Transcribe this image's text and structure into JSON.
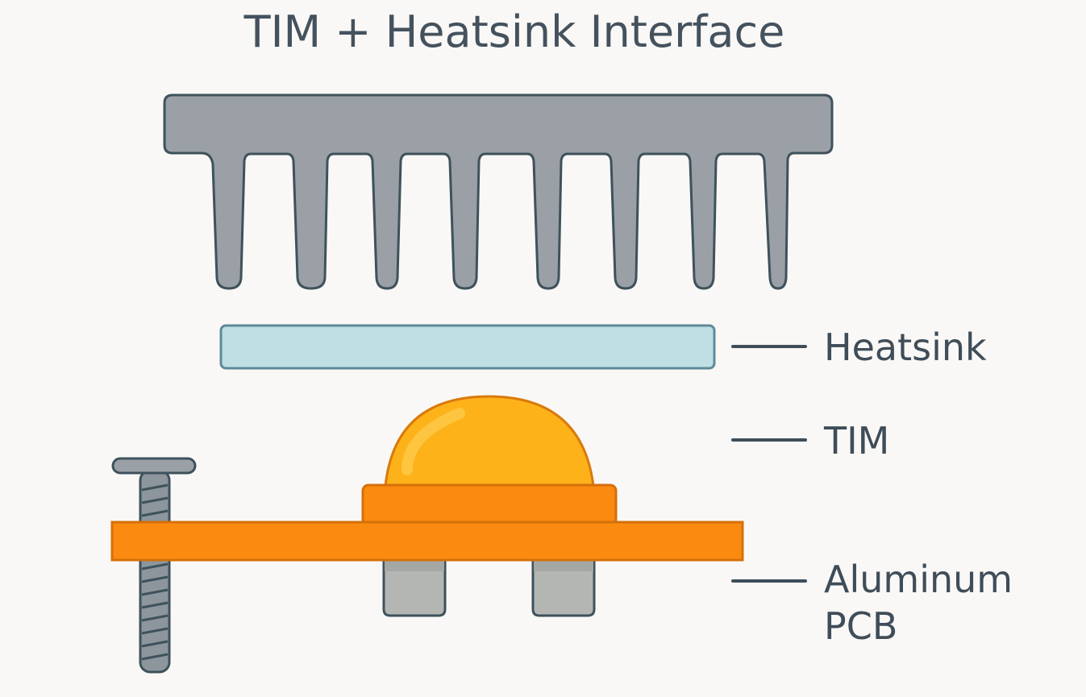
{
  "title": "TIM + Heatsink Interface",
  "labels": {
    "heatsink": "Heatsink",
    "tim": "TIM",
    "pcb_line1": "Aluminum",
    "pcb_line2": "PCB"
  },
  "components": [
    {
      "name": "Heatsink",
      "description": "Finned aluminum heatsink with 8 tapered fins",
      "fin_count": 8
    },
    {
      "name": "TIM pad",
      "description": "Thermal interface material layer, light blue"
    },
    {
      "name": "LED",
      "description": "Amber dome LED on orange package"
    },
    {
      "name": "Aluminum PCB",
      "description": "Orange board with two metal pads below"
    },
    {
      "name": "Screw",
      "description": "Threaded fastener through PCB"
    }
  ],
  "colors": {
    "background": "#faf8f6",
    "text": "#44525e",
    "heatsink_fill": "#9aa0a6",
    "heatsink_stroke": "#3e525c",
    "tim_fill": "#bfdfe4",
    "tim_stroke": "#5e8a98",
    "led_dome": "#fdb21a",
    "led_dome_stroke": "#d97a0c",
    "pcb_orange": "#fb8a10",
    "pcb_stroke": "#d4700a",
    "pad_fill": "#b4b6b4",
    "screw_fill": "#8d969c"
  }
}
